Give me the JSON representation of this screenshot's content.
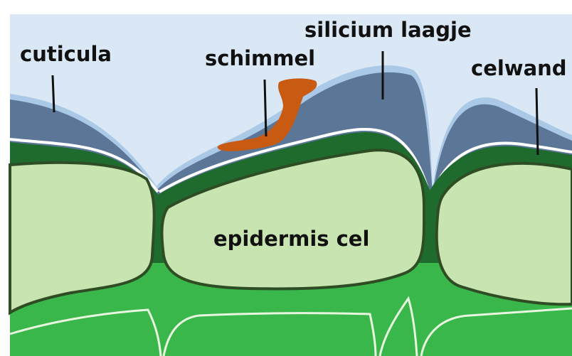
{
  "labels": {
    "cuticula": "cuticula",
    "schimmel": "schimmel",
    "silicium": "silicium laagje",
    "celwand": "celwand",
    "epidermis": "epidermis cel"
  },
  "colors": {
    "background": "#d9e8f4",
    "tissue": "#39b74a",
    "cell_fill": "#c8e4b0",
    "cell_outline": "#2f4d25",
    "cell_wall": "#1f6b2e",
    "cuticle_dark": "#5c7698",
    "cuticle_light": "#a9c9e6",
    "fungus": "#c95a12",
    "leader_line": "#111111"
  }
}
